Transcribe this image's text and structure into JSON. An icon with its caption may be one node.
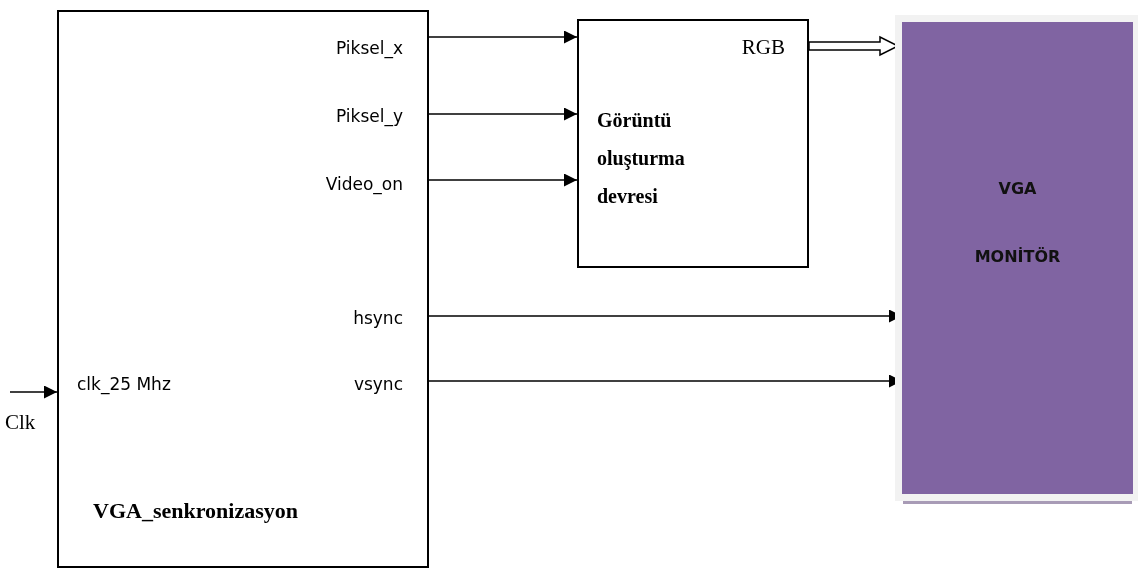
{
  "diagram": {
    "nodes": [
      {
        "text": [
          "Piksel_x",
          "Piksel_y",
          "Video_on",
          "hsync",
          "clk_25 Mhz",
          "vsync",
          "VGA_senkronizasyon"
        ]
      },
      {
        "text": [
          "RGB",
          "Görüntü oluşturma devresi"
        ]
      },
      {
        "text": [
          "VGA",
          "MONİTÖR"
        ]
      }
    ],
    "edges": [
      {
        "from": 0,
        "to": 1,
        "arrow": "to"
      },
      {
        "from": 0,
        "to": 1,
        "arrow": "to"
      },
      {
        "from": 0,
        "to": 1,
        "arrow": "to"
      },
      {
        "from": 1,
        "to": 2,
        "arrow": "to",
        "style": "thick"
      },
      {
        "from": 0,
        "to": 2,
        "arrow": "to"
      },
      {
        "from": 0,
        "to": 2,
        "arrow": "to"
      },
      {
        "from": null,
        "to": 0,
        "arrow": "to",
        "label": "Clk"
      }
    ]
  }
}
